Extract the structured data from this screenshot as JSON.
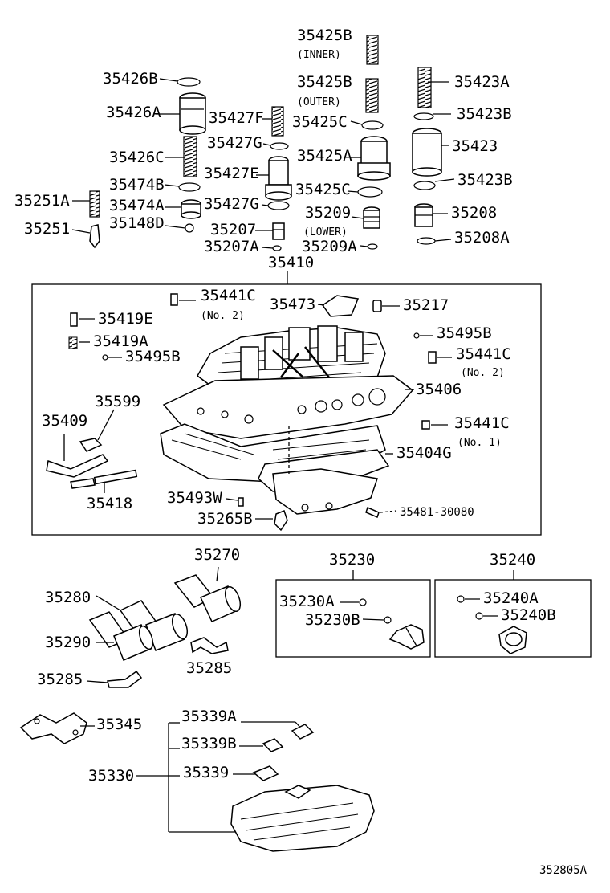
{
  "diagram": {
    "reference_number": "352805A",
    "callouts": [
      {
        "id": "35425b-inner",
        "part": "35425B",
        "note": "(INNER)"
      },
      {
        "id": "35426b",
        "part": "35426B"
      },
      {
        "id": "35425b-outer",
        "part": "35425B",
        "note": "(OUTER)"
      },
      {
        "id": "35423a",
        "part": "35423A"
      },
      {
        "id": "35426a",
        "part": "35426A"
      },
      {
        "id": "35427f",
        "part": "35427F"
      },
      {
        "id": "35425c-top",
        "part": "35425C"
      },
      {
        "id": "35423b-top",
        "part": "35423B"
      },
      {
        "id": "35427g-top",
        "part": "35427G"
      },
      {
        "id": "35423",
        "part": "35423"
      },
      {
        "id": "35426c",
        "part": "35426C"
      },
      {
        "id": "35425a",
        "part": "35425A"
      },
      {
        "id": "35427e",
        "part": "35427E"
      },
      {
        "id": "35474b",
        "part": "35474B"
      },
      {
        "id": "35423b-bot",
        "part": "35423B"
      },
      {
        "id": "35425c-bot",
        "part": "35425C"
      },
      {
        "id": "35251a",
        "part": "35251A"
      },
      {
        "id": "35474a",
        "part": "35474A"
      },
      {
        "id": "35427g-bot",
        "part": "35427G"
      },
      {
        "id": "35209",
        "part": "35209",
        "note": "(LOWER)"
      },
      {
        "id": "35208",
        "part": "35208"
      },
      {
        "id": "35148d",
        "part": "35148D"
      },
      {
        "id": "35207",
        "part": "35207"
      },
      {
        "id": "35251",
        "part": "35251"
      },
      {
        "id": "35208a",
        "part": "35208A"
      },
      {
        "id": "35207a",
        "part": "35207A"
      },
      {
        "id": "35209a",
        "part": "35209A"
      },
      {
        "id": "35410",
        "part": "35410"
      },
      {
        "id": "35441c-1",
        "part": "35441C",
        "note": "(No. 2)"
      },
      {
        "id": "35473",
        "part": "35473"
      },
      {
        "id": "35217",
        "part": "35217"
      },
      {
        "id": "35419e",
        "part": "35419E"
      },
      {
        "id": "35495b-right",
        "part": "35495B"
      },
      {
        "id": "35419a",
        "part": "35419A"
      },
      {
        "id": "35441c-2",
        "part": "35441C",
        "note": "(No. 2)"
      },
      {
        "id": "35495b-left",
        "part": "35495B"
      },
      {
        "id": "35406",
        "part": "35406"
      },
      {
        "id": "35599",
        "part": "35599"
      },
      {
        "id": "35409",
        "part": "35409"
      },
      {
        "id": "35441c-3",
        "part": "35441C",
        "note": "(No. 1)"
      },
      {
        "id": "35404g",
        "part": "35404G"
      },
      {
        "id": "35418",
        "part": "35418"
      },
      {
        "id": "35493w",
        "part": "35493W"
      },
      {
        "id": "35481-30080",
        "part": "35481-30080"
      },
      {
        "id": "35265b",
        "part": "35265B"
      },
      {
        "id": "35270",
        "part": "35270"
      },
      {
        "id": "35230",
        "part": "35230"
      },
      {
        "id": "35240",
        "part": "35240"
      },
      {
        "id": "35280",
        "part": "35280"
      },
      {
        "id": "35230a",
        "part": "35230A"
      },
      {
        "id": "35240a",
        "part": "35240A"
      },
      {
        "id": "35230b",
        "part": "35230B"
      },
      {
        "id": "35240b",
        "part": "35240B"
      },
      {
        "id": "35290",
        "part": "35290"
      },
      {
        "id": "35285-right",
        "part": "35285"
      },
      {
        "id": "35285-left",
        "part": "35285"
      },
      {
        "id": "35339a",
        "part": "35339A"
      },
      {
        "id": "35345",
        "part": "35345"
      },
      {
        "id": "35339b",
        "part": "35339B"
      },
      {
        "id": "35330",
        "part": "35330"
      },
      {
        "id": "35339",
        "part": "35339"
      }
    ]
  }
}
